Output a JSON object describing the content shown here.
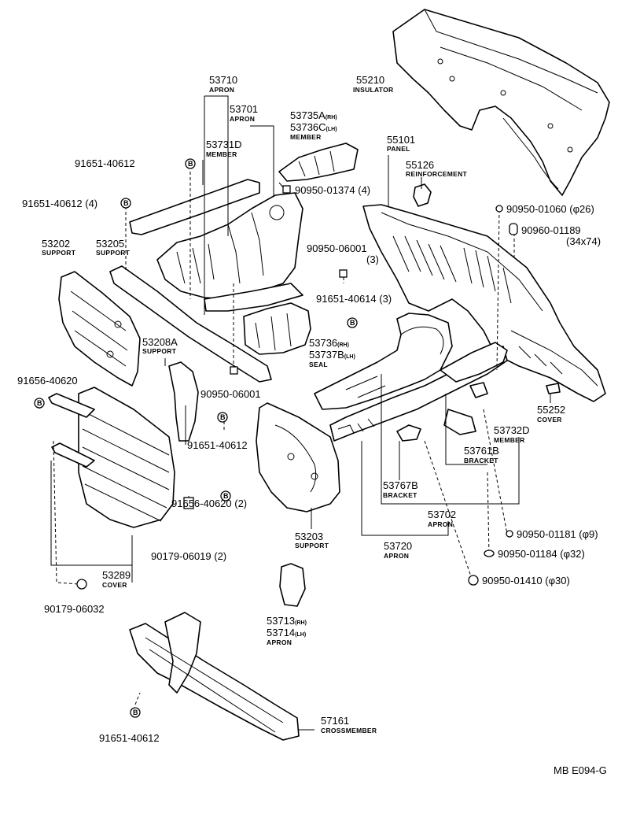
{
  "diagram_code": "MB E094-G",
  "bolt_letter": "B",
  "labels": {
    "l55210": {
      "pn": "55210",
      "name": "INSULATOR"
    },
    "l53710": {
      "pn": "53710",
      "name": "APRON"
    },
    "l53701": {
      "pn": "53701",
      "name": "APRON"
    },
    "l53735": {
      "pn": "53735A",
      "pn_suffix": "(RH)",
      "pn2": "53736C",
      "pn2_suffix": "(LH)",
      "name": "MEMBER"
    },
    "l53731": {
      "pn": "53731D",
      "name": "MEMBER"
    },
    "l55101": {
      "pn": "55101",
      "name": "PANEL"
    },
    "l55126": {
      "pn": "55126",
      "name": "REINFORCEMENT"
    },
    "f9165140612a": {
      "pn": "91651-40612"
    },
    "f9095001374": {
      "pn": "90950-01374 (4)"
    },
    "f9165140612b": {
      "pn": "91651-40612 (4)"
    },
    "f9095001060": {
      "pn": "90950-01060 (φ26)"
    },
    "f9096001189": {
      "pn": "90960-01189",
      "pn2": "(34x74)"
    },
    "l53202": {
      "pn": "53202",
      "name": "SUPPORT"
    },
    "l53205": {
      "pn": "53205",
      "name": "SUPPORT"
    },
    "f9095006001a": {
      "pn": "90950-06001",
      "pn2": "(3)"
    },
    "f9165140614": {
      "pn": "91651-40614 (3)"
    },
    "l53208": {
      "pn": "53208A",
      "name": "SUPPORT"
    },
    "l53736": {
      "pn": "53736",
      "pn_suffix": "(RH)",
      "pn2": "53737B",
      "pn2_suffix": "(LH)",
      "name": "SEAL"
    },
    "f9165640620a": {
      "pn": "91656-40620"
    },
    "f9095006001b": {
      "pn": "90950-06001"
    },
    "l55252": {
      "pn": "55252",
      "name": "COVER"
    },
    "l53732": {
      "pn": "53732D",
      "name": "MEMBER"
    },
    "f9165140612c": {
      "pn": "91651-40612"
    },
    "l53761": {
      "pn": "53761B",
      "name": "BRACKET"
    },
    "l53767": {
      "pn": "53767B",
      "name": "BRACKET"
    },
    "f9165640620b": {
      "pn": "91656-40620 (2)"
    },
    "l53702": {
      "pn": "53702",
      "name": "APRON"
    },
    "f9095001181": {
      "pn": "90950-01181 (φ9)"
    },
    "f9017906019": {
      "pn": "90179-06019 (2)"
    },
    "l53203": {
      "pn": "53203",
      "name": "SUPPORT"
    },
    "l53720": {
      "pn": "53720",
      "name": "APRON"
    },
    "f9095001184": {
      "pn": "90950-01184 (φ32)"
    },
    "l53289": {
      "pn": "53289",
      "name": "COVER"
    },
    "f9095001410": {
      "pn": "90950-01410 (φ30)"
    },
    "f9017906032": {
      "pn": "90179-06032"
    },
    "l53713": {
      "pn": "53713",
      "pn_suffix": "(RH)",
      "pn2": "53714",
      "pn2_suffix": "(LH)",
      "name": "APRON"
    },
    "l57161": {
      "pn": "57161",
      "name": "CROSSMEMBER"
    },
    "f9165140612d": {
      "pn": "91651-40612"
    }
  }
}
